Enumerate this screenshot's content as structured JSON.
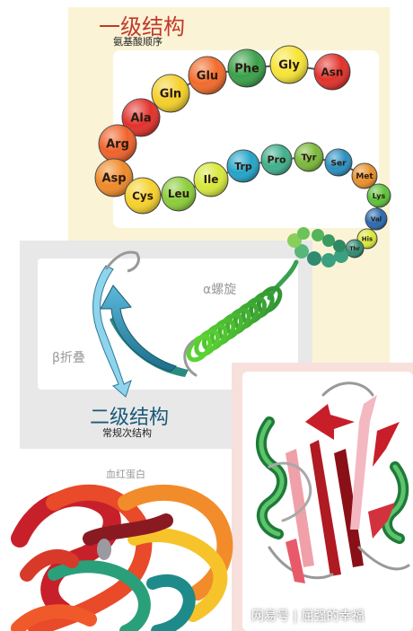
{
  "primary": {
    "title": "一级结构",
    "subtitle": "氨基酸顺序",
    "residues": [
      {
        "label": "Asn",
        "color": "#e2312b"
      },
      {
        "label": "Gly",
        "color": "#f7e435"
      },
      {
        "label": "Phe",
        "color": "#3aa14a"
      },
      {
        "label": "Glu",
        "color": "#f26b2a"
      },
      {
        "label": "Gln",
        "color": "#f4d02a"
      },
      {
        "label": "Ala",
        "color": "#e2312b"
      },
      {
        "label": "Arg",
        "color": "#f0622a"
      },
      {
        "label": "Asp",
        "color": "#f08a2a"
      },
      {
        "label": "Cys",
        "color": "#f6d12c"
      },
      {
        "label": "Leu",
        "color": "#8bcd3a"
      },
      {
        "label": "Ile",
        "color": "#d7e83a"
      },
      {
        "label": "Trp",
        "color": "#23a4c8"
      },
      {
        "label": "Pro",
        "color": "#3fb08c"
      },
      {
        "label": "Tyr",
        "color": "#7ab83a"
      },
      {
        "label": "Ser",
        "color": "#2a8fc0"
      },
      {
        "label": "Met",
        "color": "#e8902a"
      },
      {
        "label": "Lys",
        "color": "#5cc23a"
      },
      {
        "label": "Val",
        "color": "#2a6ab0"
      },
      {
        "label": "His",
        "color": "#d8e83a"
      },
      {
        "label": "Thr",
        "color": "#2f8a70"
      }
    ]
  },
  "secondary": {
    "title": "二级结构",
    "subtitle": "常规次结构",
    "alpha_label": "α螺旋",
    "beta_label": "β折叠"
  },
  "tertiary": {
    "label": "血红蛋白"
  },
  "watermark": "网易号 | 屈强的幸福"
}
